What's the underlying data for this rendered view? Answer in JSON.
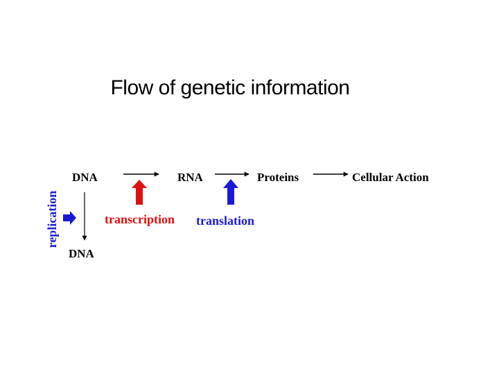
{
  "title": "Flow of genetic information",
  "nodes": {
    "dna_top": "DNA",
    "rna": "RNA",
    "proteins": "Proteins",
    "cellular_action": "Cellular Action",
    "dna_bottom": "DNA"
  },
  "processes": {
    "replication": "replication",
    "transcription": "transcription",
    "translation": "translation"
  },
  "colors": {
    "replication": "#1a1ad6",
    "transcription": "#e01010",
    "translation": "#1a1ad6",
    "flow_arrows": "#000000"
  }
}
